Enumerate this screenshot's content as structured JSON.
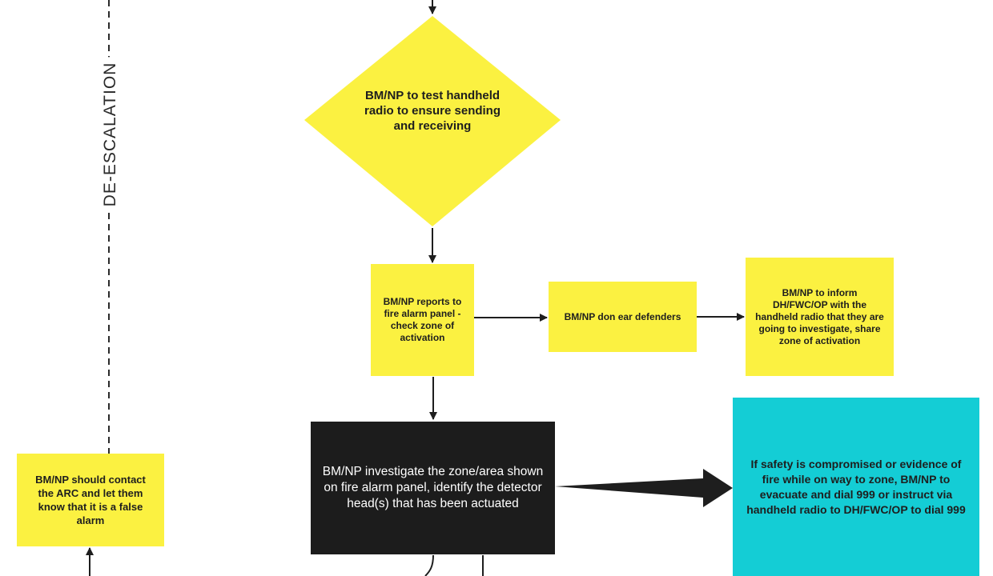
{
  "diagram": {
    "side_label": "DE-ESCALATION",
    "nodes": {
      "test_radio": "BM/NP to test handheld radio to ensure sending and receiving",
      "reports_panel": "BM/NP reports to fire alarm panel - check zone of activation",
      "don_ear_defenders": "BM/NP don ear defenders",
      "inform_radio": "BM/NP to inform DH/FWC/OP with the handheld radio that they are going to investigate,  share zone of activation",
      "investigate_zone": "BM/NP investigate the zone/area shown on  fire alarm panel, identify the detector head(s) that has been actuated",
      "safety_compromised": "If safety is compromised or evidence of fire while on way to zone, BM/NP to evacuate and dial 999 or instruct via handheld radio to DH/FWC/OP to dial 999",
      "false_alarm": "BM/NP should contact the ARC and let them know that it is a false alarm"
    },
    "colors": {
      "process_fill": "#fbf141",
      "action_fill": "#1c1c1c",
      "alert_fill": "#14cdd5",
      "line": "#1e1e1e"
    }
  }
}
